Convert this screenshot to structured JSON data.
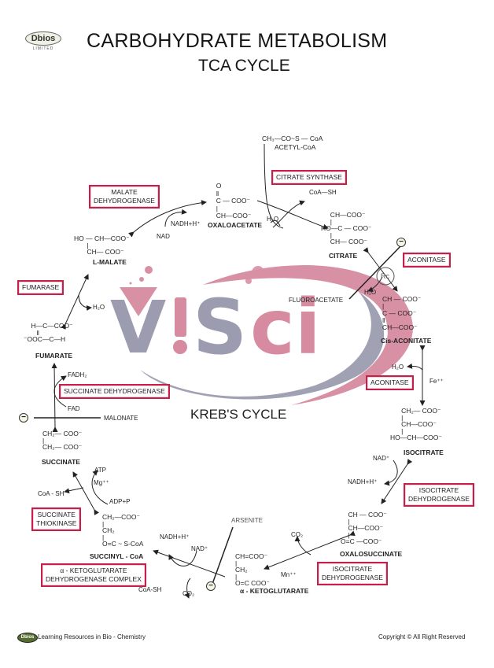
{
  "header": {
    "brand": "Dbios",
    "brand_sub": "LIMITED",
    "title": "CARBOHYDRATE METABOLISM",
    "subtitle": "TCA CYCLE"
  },
  "center_label": "KREB'S CYCLE",
  "watermark": {
    "text_v": "V",
    "text_bang": "!",
    "text_s": "S",
    "text_ci": "ci",
    "pink": "#d9889e",
    "grey": "#9a9aae"
  },
  "colors": {
    "enzyme_border": "#c4204a",
    "text": "#222222"
  },
  "molecules": {
    "acetyl_coa": {
      "formula": "CH₃—CO~S — CoA",
      "name": "ACETYL-CoA"
    },
    "oxaloacetate": {
      "formula": "  O\n  ‖\n  C — COO⁻\n  |\n  CH—COO⁻",
      "name": "OXALOACETATE"
    },
    "citrate": {
      "formula": "     CH—COO⁻\n     |\nHO—C — COO⁻\n     |\n     CH— COO⁻",
      "name": "CITRATE"
    },
    "cis_aconitate": {
      "formula": "CH — COO⁻\n|\nC — COO⁻\n‖\nCH—COO⁻",
      "name": "Cis-ACONITATE"
    },
    "isocitrate": {
      "formula": "      CH₂— COO⁻\n      |\n      CH—COO⁻\n      |\nHO—CH—COO⁻",
      "name": "ISOCITRATE"
    },
    "oxalosuccinate": {
      "formula": "    CH — COO⁻\n    |\n    CH—COO⁻\n    |\nO=C —COO⁻",
      "name": "OXALOSUCCINATE"
    },
    "alpha_ketoglutarate": {
      "formula": "CH=COO⁻\n|\nCH₂\n|\nO=C COO⁻",
      "name": "α - KETOGLUTARATE"
    },
    "succinyl_coa": {
      "formula": "CH₂—COO⁻\n|\nCH₂\n|\nO=C ~ S-CoA",
      "name": "SUCCINYL - CoA"
    },
    "succinate": {
      "formula": "CH₂— COO⁻\n|\nCH₂— COO⁻",
      "name": "SUCCINATE"
    },
    "fumarate": {
      "formula": "    H—C—COO⁻\n       ‖\n⁻OOC—C—H",
      "name": "FUMARATE"
    },
    "malate": {
      "formula": "HO — CH—COO⁻\n       |\n       CH— COO⁻",
      "name": "L-MALATE"
    }
  },
  "enzymes": {
    "citrate_synthase": "CITRATE SYNTHASE",
    "aconitase_1": "ACONITASE",
    "aconitase_2": "ACONITASE",
    "isocitrate_dh_1": [
      "ISOCITRATE",
      "DEHYDROGENASE"
    ],
    "isocitrate_dh_2": [
      "ISOCITRATE",
      "DEHYDROGENASE"
    ],
    "akg_dh": [
      "α - KETOGLUTARATE",
      "DEHYDROGENASE COMPLEX"
    ],
    "succinate_thiokinase": [
      "SUCCINATE",
      "THIOKINASE"
    ],
    "succinate_dh": "SUCCINATE DEHYDROGENASE",
    "fumarase": "FUMARASE",
    "malate_dh": [
      "MALATE",
      "DEHYDROGENASE"
    ]
  },
  "cofactors": {
    "coa_sh_top": "CoA—SH",
    "h2o_citrate": "H₂O",
    "nadh_malate": "NADH+H⁺",
    "nad_malate": "NAD",
    "h2o_fumarase": "H₂O",
    "h2o_aconitase_top": "H₂O",
    "h2o_aconitase_bottom": "H₂O",
    "fe": "Fe⁺⁺",
    "nad_icdh": "NAD⁺",
    "nadh_icdh": "NADH+H⁺",
    "co2_right": "CO₂",
    "mn": "Mn⁺⁺",
    "nadh_akg": "NADH+H⁺",
    "nad_akg": "NAD⁺",
    "coa_sh_akg": "CoA-SH",
    "co2_akg": "CO₂",
    "atp": "ATP",
    "mg": "Mg⁺⁺",
    "adp": "ADP+P",
    "coa_sh_thio": "CoA - SH",
    "fadh2": "FADH₂",
    "fad": "FAD"
  },
  "inhibitors": {
    "fluoroacetate": "FLUOROACETATE",
    "malonate": "MALONATE",
    "arsenite": "ARSENITE",
    "symbol": "−",
    "registered": "Rc"
  },
  "footer": {
    "left_brand": "Dbios",
    "left_text": "Learning Resources in Bio - Chemistry",
    "right_text": "Copyright © All Right Reserved"
  }
}
